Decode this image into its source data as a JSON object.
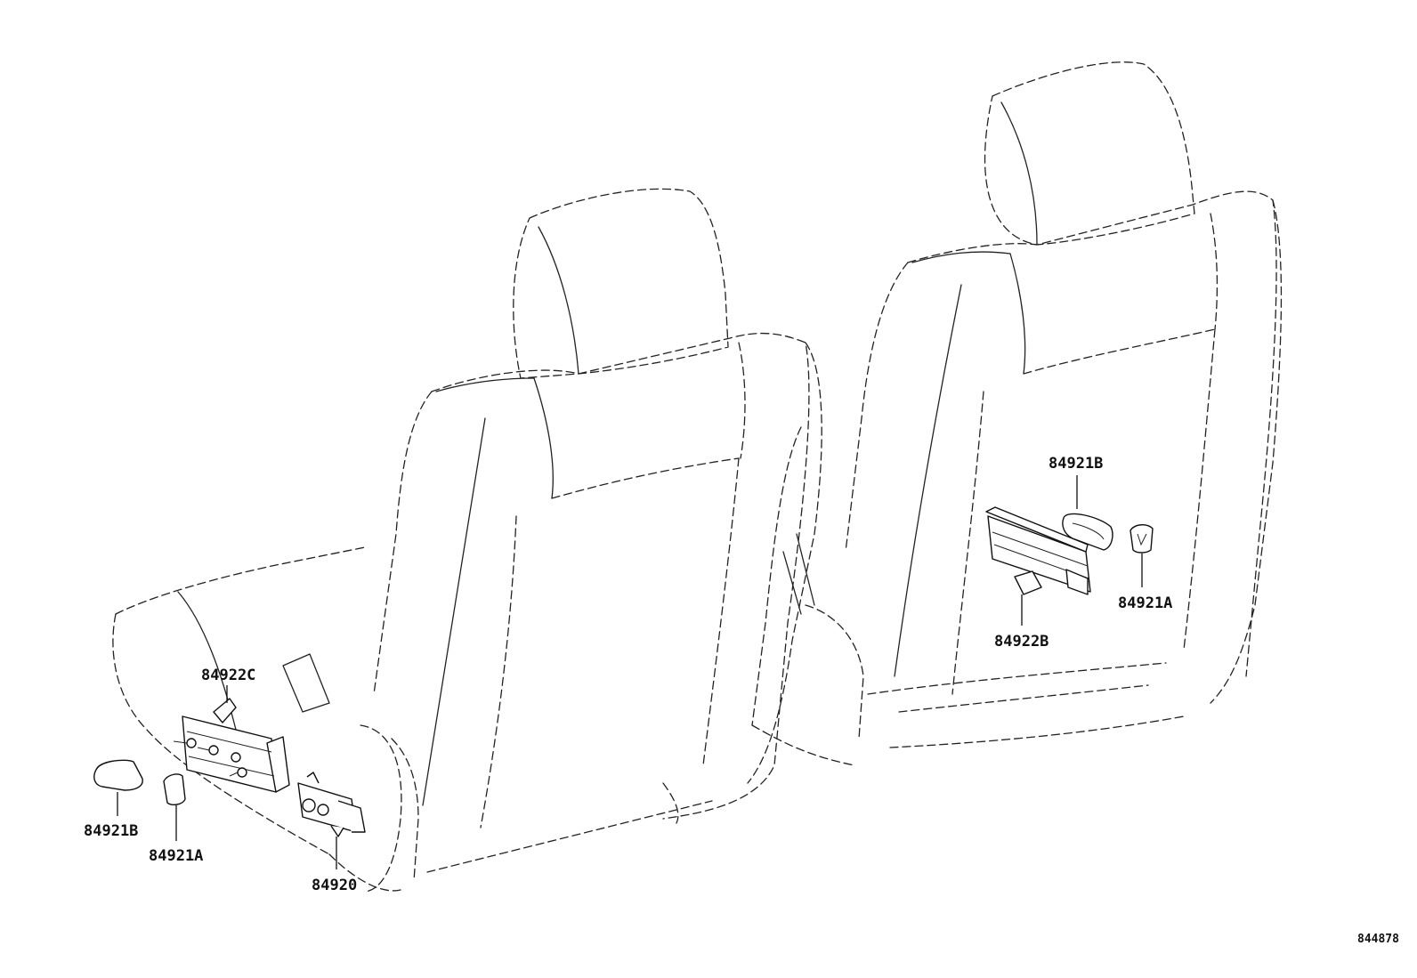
{
  "diagram_code": "844878",
  "callouts": {
    "left_84922c": "84922C",
    "left_84921b": "84921B",
    "left_84921a": "84921A",
    "left_84920": "84920",
    "right_84921b": "84921B",
    "right_84921a": "84921A",
    "right_84922b": "84922B"
  }
}
